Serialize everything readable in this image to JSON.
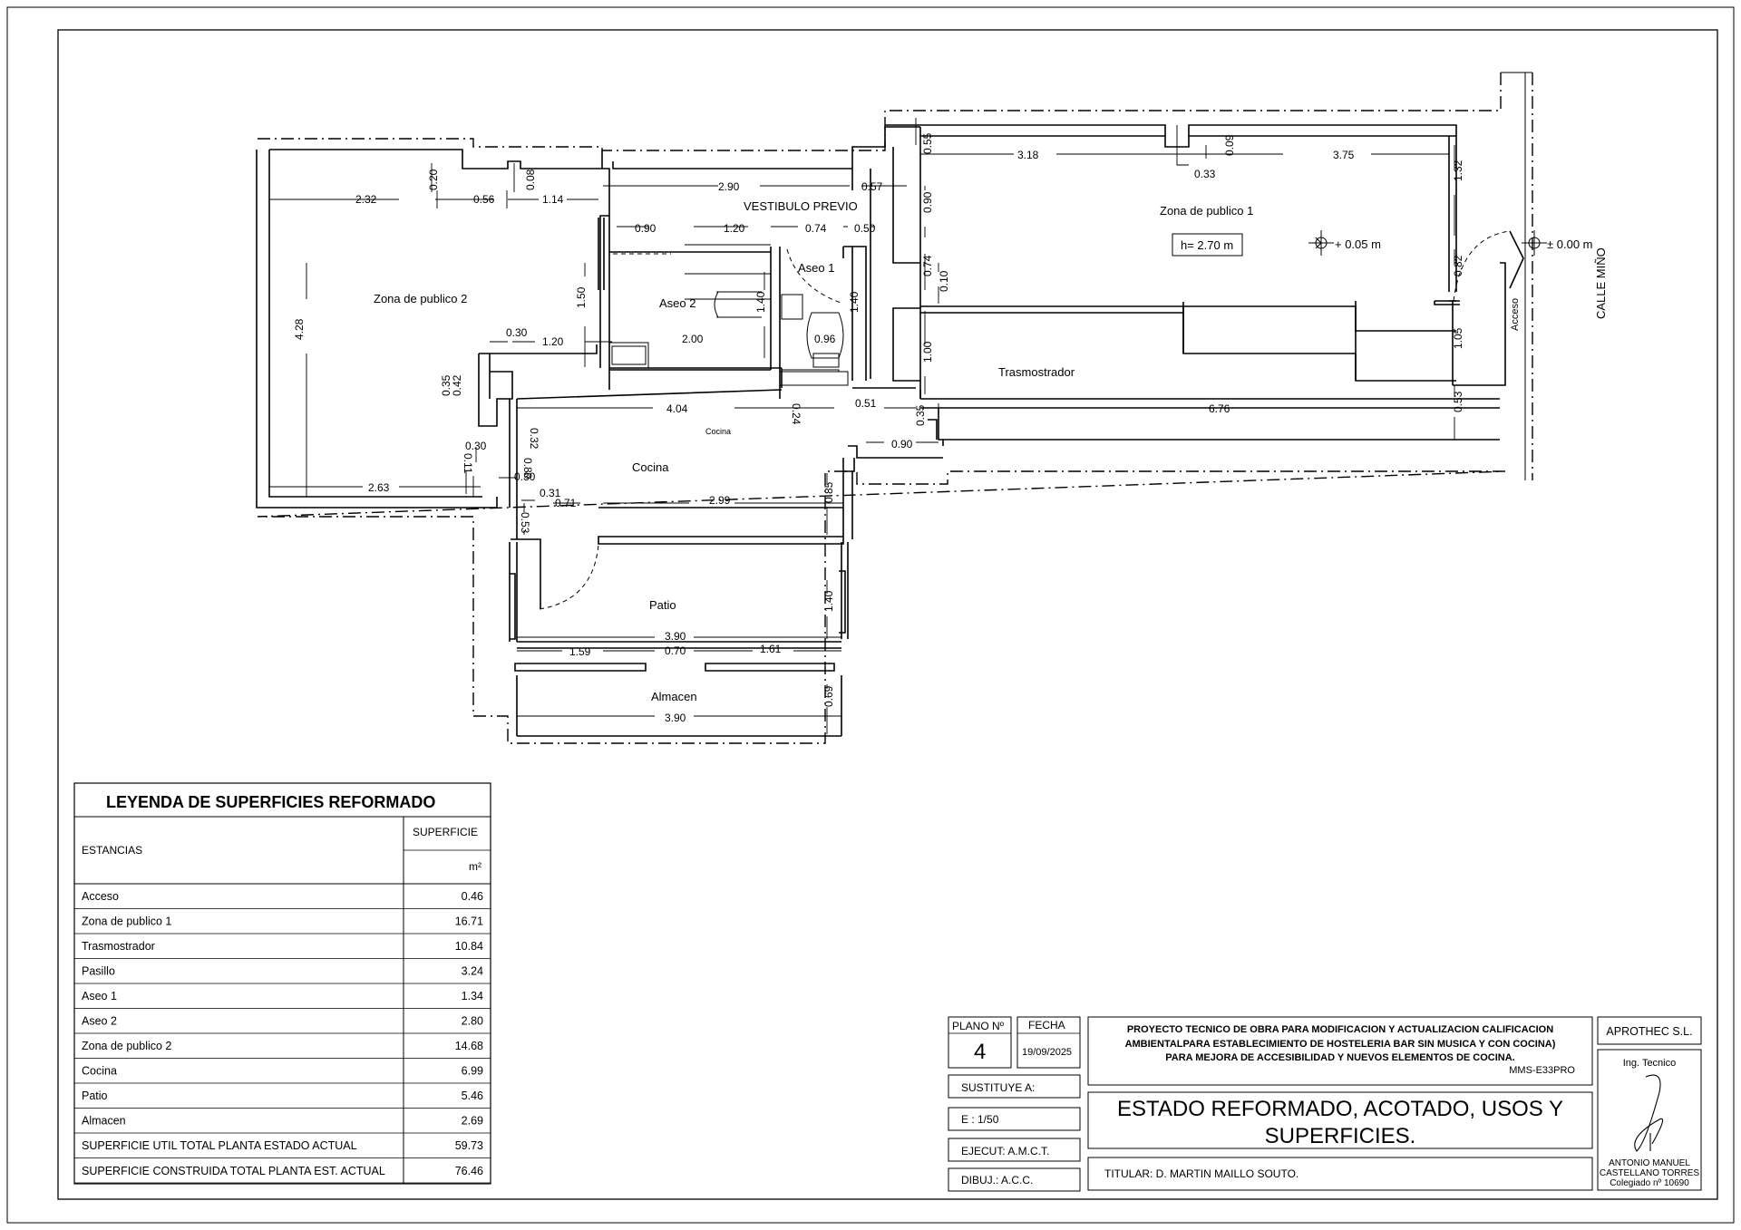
{
  "dimensions": {
    "d_232": "2.32",
    "d_056": "0.56",
    "d_114": "1.14",
    "d_020": "0.20",
    "d_008": "0.08",
    "d_290": "2.90",
    "d_057": "0.57",
    "d_055": "0.55",
    "d_318": "3.18",
    "d_009": "0.09",
    "d_033": "0.33",
    "d_375": "3.75",
    "d_132": "1.32",
    "d_090a": "0.90",
    "d_120a": "1.20",
    "d_074a": "0.74",
    "d_050": "0.50",
    "d_090b": "0.90",
    "d_074b": "0.74",
    "d_010": "0.10",
    "d_082": "0.82",
    "d_150": "1.50",
    "d_140a": "1.40",
    "d_140b": "1.40",
    "d_428": "4.28",
    "d_030a": "0.30",
    "d_120b": "1.20",
    "d_200": "2.00",
    "d_096": "0.96",
    "d_100": "1.00",
    "d_105": "1.05",
    "d_035a": "0.35",
    "d_042": "0.42",
    "d_404": "4.04",
    "d_024": "0.24",
    "d_051": "0.51",
    "d_035b": "0.35",
    "d_676": "6.76",
    "d_053a": "0.53",
    "d_032": "0.32",
    "d_030b": "0.30",
    "d_080": "0.80",
    "d_090c": "0.90",
    "d_011": "0.11",
    "d_030c": "0.30",
    "d_263": "2.63",
    "d_031": "0.31",
    "d_071": "0.71",
    "d_299": "2.99",
    "d_085": "0.85",
    "d_053b": "0.53",
    "d_140c": "1.40",
    "d_390a": "3.90",
    "d_159": "1.59",
    "d_070": "0.70",
    "d_161": "1.61",
    "d_069": "0.69",
    "d_390b": "3.90"
  },
  "rooms": {
    "vestibulo": "VESTIBULO PREVIO",
    "zona1": "Zona de publico 1",
    "zona2": "Zona de publico 2",
    "aseo1": "Aseo 1",
    "aseo2": "Aseo 2",
    "trasmostrador": "Trasmostrador",
    "cocina": "Cocina",
    "cocina_small": "Cocina",
    "patio": "Patio",
    "almacen": "Almacen",
    "acceso": "Acceso",
    "calle": "CALLE MIÑO"
  },
  "levels": {
    "height": "h= 2.70 m",
    "interior": "+ 0.05 m",
    "street": "± 0.00 m"
  },
  "legend": {
    "title": "LEYENDA DE SUPERFICIES REFORMADO",
    "col_rooms": "ESTANCIAS",
    "col_area": "SUPERFICIE",
    "unit": "m²",
    "rows": [
      {
        "name": "Acceso",
        "area": "0.46"
      },
      {
        "name": "Zona de publico 1",
        "area": "16.71"
      },
      {
        "name": "Trasmostrador",
        "area": "10.84"
      },
      {
        "name": "Pasillo",
        "area": "3.24"
      },
      {
        "name": "Aseo 1",
        "area": "1.34"
      },
      {
        "name": "Aseo 2",
        "area": "2.80"
      },
      {
        "name": "Zona de publico 2",
        "area": "14.68"
      },
      {
        "name": "Cocina",
        "area": "6.99"
      },
      {
        "name": "Patio",
        "area": "5.46"
      },
      {
        "name": "Almacen",
        "area": "2.69"
      }
    ],
    "total_util_label": "SUPERFICIE UTIL TOTAL PLANTA ESTADO ACTUAL",
    "total_util": "59.73",
    "total_built_label": "SUPERFICIE CONSTRUIDA TOTAL PLANTA EST. ACTUAL",
    "total_built": "76.46"
  },
  "titleblock": {
    "plano_label": "PLANO Nº",
    "plano_num": "4",
    "fecha_label": "FECHA",
    "fecha": "19/09/2025",
    "sustituye": "SUSTITUYE A:",
    "escala": "E : 1/50",
    "ejecut": "EJECUT: A.M.C.T.",
    "dibuj": "DIBUJ.: A.C.C.",
    "project_line1": "PROYECTO TECNICO DE OBRA PARA MODIFICACION Y ACTUALIZACION CALIFICACION",
    "project_line2": "AMBIENTALPARA ESTABLECIMIENTO DE HOSTELERIA BAR SIN MUSICA Y CON COCINA)",
    "project_line3": "PARA MEJORA DE ACCESIBILIDAD Y NUEVOS ELEMENTOS DE COCINA.",
    "project_code": "MMS-E33PRO",
    "sheet_title_1": "ESTADO REFORMADO, ACOTADO, USOS Y",
    "sheet_title_2": "SUPERFICIES.",
    "titular": "TITULAR: D. MARTIN MAILLO SOUTO.",
    "company": "APROTHEC S.L.",
    "role": "Ing. Tecnico",
    "signer_1": "ANTONIO MANUEL",
    "signer_2": "CASTELLANO TORRES",
    "signer_3": "Colegiado nº 10690"
  }
}
